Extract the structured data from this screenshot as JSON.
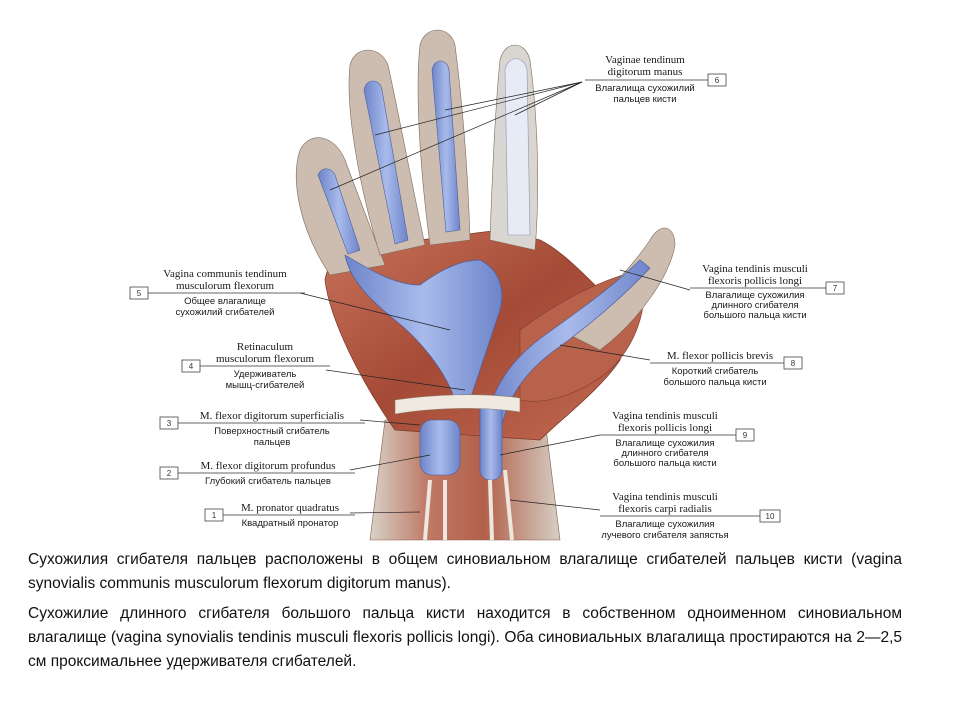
{
  "labels": {
    "l6": {
      "num": "6",
      "latin1": "Vaginae tendinum",
      "latin2": "digitorum manus",
      "ru1": "Влагалища сухожилий",
      "ru2": "пальцев кисти"
    },
    "l5": {
      "num": "5",
      "latin1": "Vagina communis tendinum",
      "latin2": "musculorum flexorum",
      "ru1": "Общее влагалище",
      "ru2": "сухожилий сгибателей"
    },
    "l7": {
      "num": "7",
      "latin1": "Vagina tendinis musculi",
      "latin2": "flexoris pollicis longi",
      "ru1": "Влагалище сухожилия",
      "ru2": "длинного сгибателя",
      "ru3": "большого пальца кисти"
    },
    "l4": {
      "num": "4",
      "latin1": "Retinaculum",
      "latin2": "musculorum flexorum",
      "ru1": "Удерживатель",
      "ru2": "мышц-сгибателей"
    },
    "l8": {
      "num": "8",
      "latin1": "M. flexor pollicis brevis",
      "ru1": "Короткий сгибатель",
      "ru2": "большого пальца кисти"
    },
    "l3": {
      "num": "3",
      "latin1": "M. flexor digitorum superficialis",
      "ru1": "Поверхностный сгибатель",
      "ru2": "пальцев"
    },
    "l9": {
      "num": "9",
      "latin1": "Vagina tendinis musculi",
      "latin2": "flexoris pollicis longi",
      "ru1": "Влагалище сухожилия",
      "ru2": "длинного сгибателя",
      "ru3": "большого пальца кисти"
    },
    "l2": {
      "num": "2",
      "latin1": "M. flexor digitorum profundus",
      "ru1": "Глубокий сгибатель пальцев"
    },
    "l1": {
      "num": "1",
      "latin1": "M. pronator quadratus",
      "ru1": "Квадратный пронатор"
    },
    "l10": {
      "num": "10",
      "latin1": "Vagina tendinis musculi",
      "latin2": "flexoris carpi radialis",
      "ru1": "Влагалище сухожилия",
      "ru2": "лучевого сгибателя запястья"
    }
  },
  "caption": {
    "p1": "Сухожилия сгибателя пальцев расположены в общем синовиальном влагалище сгибателей пальцев кисти (vagina synovialis communis musculorum flexorum digitorum manus).",
    "p2": "Сухожилие длинного сгибателя большого пальца кисти находится в собственном одноименном синовиальном влагалище (vagina synovialis tendinis musculi flexoris pollicis longi). Оба синовиальных влагалища простираются на 2—2,5 см проксимальнее удерживателя сгибателей."
  },
  "colors": {
    "sheath": "#8fa4dc",
    "muscle": "#b0553f",
    "tendon": "#e9e4dc"
  }
}
